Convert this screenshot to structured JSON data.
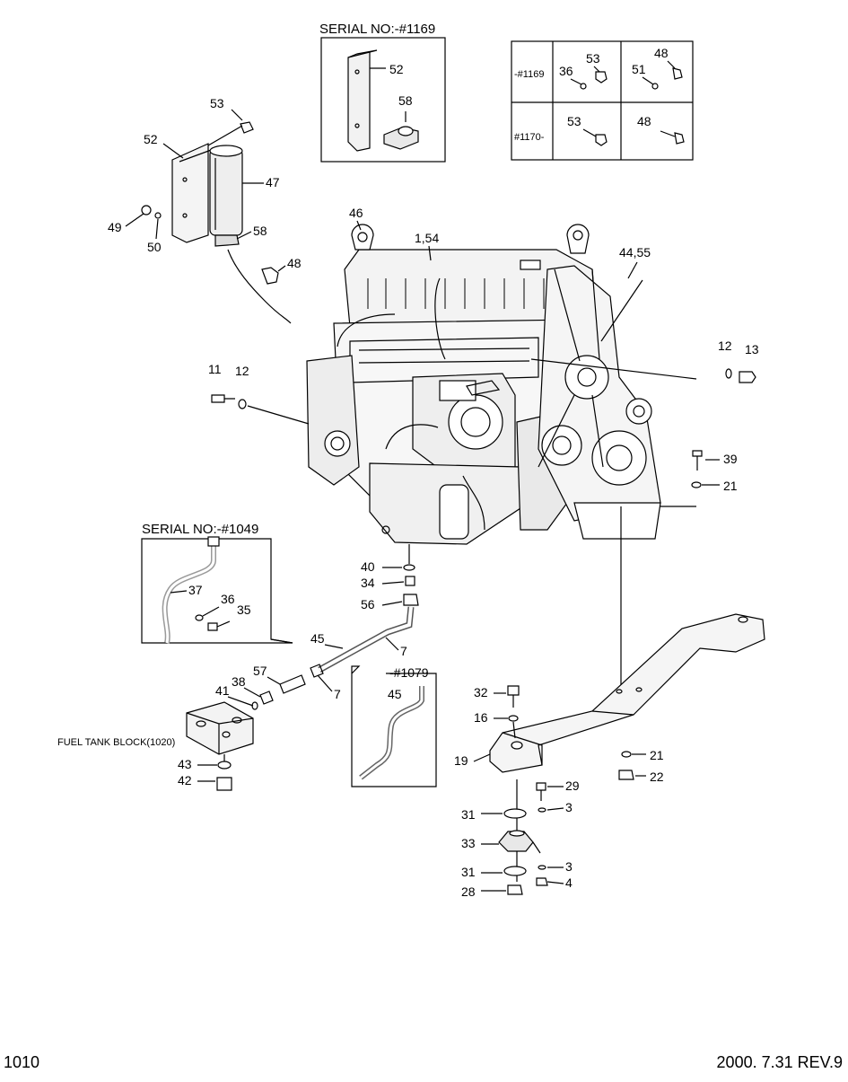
{
  "insets": {
    "serial_1169": {
      "title": "SERIAL NO:-#1169",
      "parts": [
        "52",
        "58"
      ]
    },
    "serial_1049": {
      "title": "SERIAL NO:-#1049",
      "parts": [
        "37",
        "36",
        "35"
      ]
    },
    "serial_1079": {
      "title": "-#1079",
      "parts": [
        "45"
      ]
    },
    "table": {
      "rows": [
        {
          "label": "-#1169",
          "cells": [
            [
              "53",
              "36"
            ],
            [
              "51",
              "48"
            ]
          ]
        },
        {
          "label": "#1170-",
          "cells": [
            [
              "53"
            ],
            [
              "48"
            ]
          ]
        }
      ]
    }
  },
  "callouts": {
    "c53": "53",
    "c52": "52",
    "c47": "47",
    "c49": "49",
    "c50": "50",
    "c58": "58",
    "c48": "48",
    "c46": "46",
    "c1_54": "1,54",
    "c44_55": "44,55",
    "c12a": "12",
    "c13": "13",
    "c11": "11",
    "c12b": "12",
    "c39": "39",
    "c21a": "21",
    "c40": "40",
    "c34": "34",
    "c56": "56",
    "c45": "45",
    "c7a": "7",
    "c7b": "7",
    "c57": "57",
    "c38": "38",
    "c41": "41",
    "c43": "43",
    "c42": "42",
    "c32": "32",
    "c16": "16",
    "c19": "19",
    "c21b": "21",
    "c22": "22",
    "c29": "29",
    "c3a": "3",
    "c31a": "31",
    "c33": "33",
    "c3b": "3",
    "c31b": "31",
    "c4": "4",
    "c28": "28"
  },
  "fuel_tank_label": "FUEL TANK BLOCK(1020)",
  "footer": {
    "page": "1010",
    "revision": "2000.  7.31  REV.9"
  }
}
